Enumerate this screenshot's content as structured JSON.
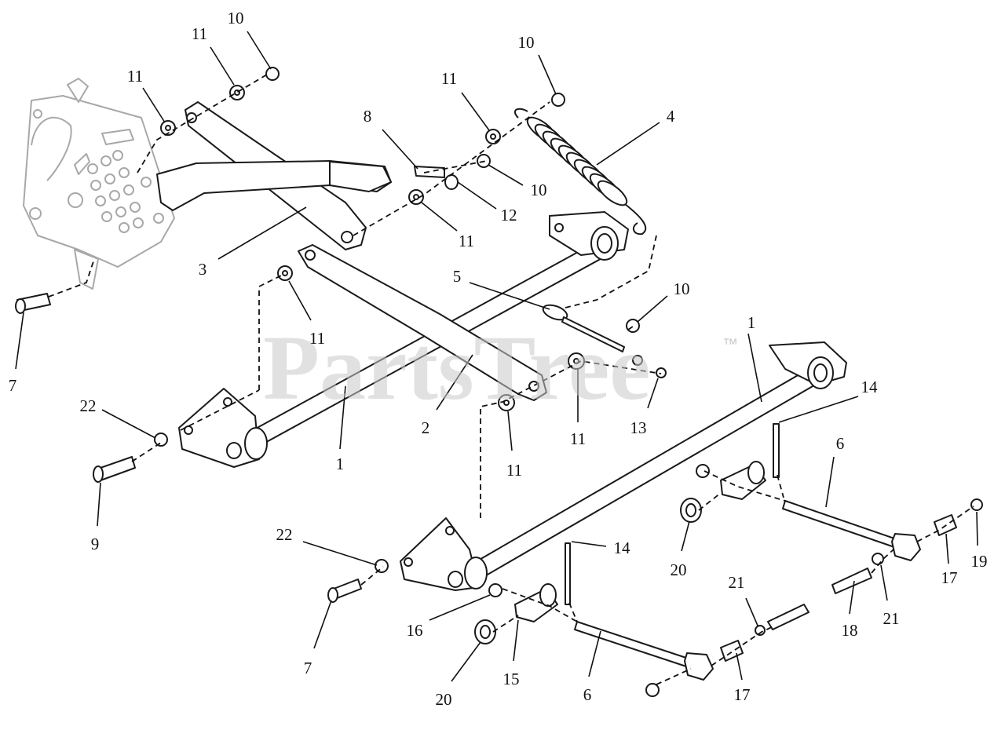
{
  "watermark": {
    "text": "PartsTree",
    "trademark": "™"
  },
  "callouts": [
    {
      "id": "c10a",
      "label": "10"
    },
    {
      "id": "c11a",
      "label": "11"
    },
    {
      "id": "c11b",
      "label": "11"
    },
    {
      "id": "c10b",
      "label": "10"
    },
    {
      "id": "c11c",
      "label": "11"
    },
    {
      "id": "c8",
      "label": "8"
    },
    {
      "id": "c4",
      "label": "4"
    },
    {
      "id": "c10c",
      "label": "10"
    },
    {
      "id": "c12",
      "label": "12"
    },
    {
      "id": "c11d",
      "label": "11"
    },
    {
      "id": "c3",
      "label": "3"
    },
    {
      "id": "c5",
      "label": "5"
    },
    {
      "id": "c10d",
      "label": "10"
    },
    {
      "id": "c11e",
      "label": "11"
    },
    {
      "id": "c7a",
      "label": "7"
    },
    {
      "id": "c1a",
      "label": "1"
    },
    {
      "id": "c14a",
      "label": "14"
    },
    {
      "id": "c22a",
      "label": "22"
    },
    {
      "id": "c2",
      "label": "2"
    },
    {
      "id": "c11f",
      "label": "11"
    },
    {
      "id": "c13",
      "label": "13"
    },
    {
      "id": "c11g",
      "label": "11"
    },
    {
      "id": "c1b",
      "label": "1"
    },
    {
      "id": "c6a",
      "label": "6"
    },
    {
      "id": "c9",
      "label": "9"
    },
    {
      "id": "c22b",
      "label": "22"
    },
    {
      "id": "c14b",
      "label": "14"
    },
    {
      "id": "c20a",
      "label": "20"
    },
    {
      "id": "c19",
      "label": "19"
    },
    {
      "id": "c17a",
      "label": "17"
    },
    {
      "id": "c21a",
      "label": "21"
    },
    {
      "id": "c21b",
      "label": "21"
    },
    {
      "id": "c18",
      "label": "18"
    },
    {
      "id": "c16",
      "label": "16"
    },
    {
      "id": "c7b",
      "label": "7"
    },
    {
      "id": "c15",
      "label": "15"
    },
    {
      "id": "c20b",
      "label": "20"
    },
    {
      "id": "c6b",
      "label": "6"
    },
    {
      "id": "c17b",
      "label": "17"
    }
  ]
}
